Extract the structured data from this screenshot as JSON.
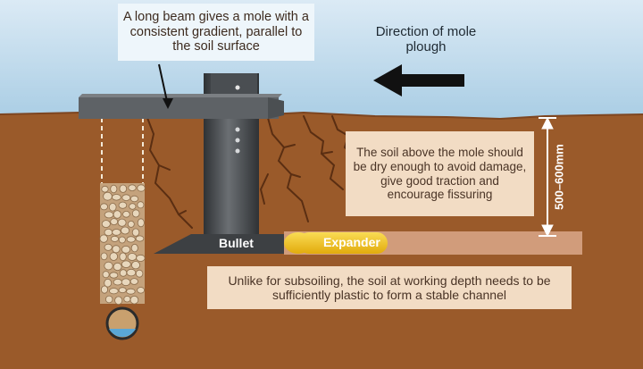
{
  "labels": {
    "beam_note": "A long beam gives a mole with a consistent gradient, parallel to the soil surface",
    "direction": "Direction of mole plough",
    "dry_soil_note": "The soil above the mole should be dry enough to avoid damage, give good traction and encourage fissuring",
    "depth": "500–600mm",
    "bullet": "Bullet",
    "expander": "Expander",
    "plastic_note": "Unlike for subsoiling, the soil at working depth needs to be sufficiently plastic to form a stable channel"
  },
  "colors": {
    "sky_top": "#dbeaf5",
    "sky_bottom": "#a9cde4",
    "soil": "#9a5a2a",
    "soil_dark": "#7d4520",
    "beam": "#5e6266",
    "leg": "#3d4043",
    "expander": "#f2c21a",
    "callout_box": "#f2dcc4",
    "crack": "#5a2e12"
  }
}
